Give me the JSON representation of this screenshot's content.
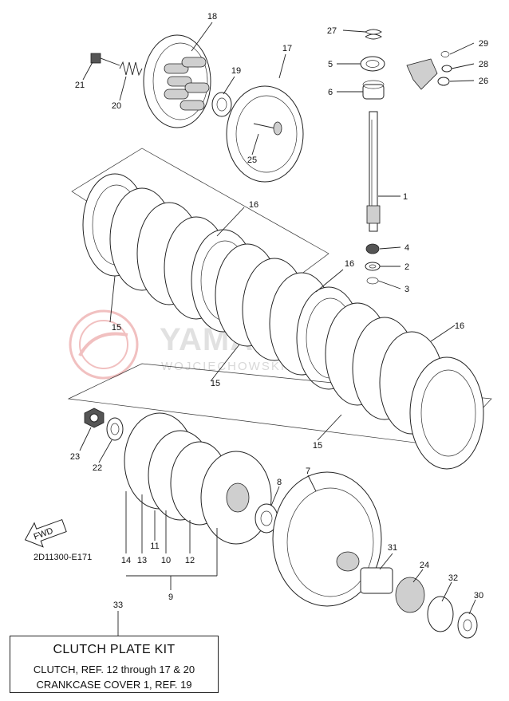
{
  "watermark": {
    "brand": "YAMAHA",
    "subtitle": "WOJCIECHOWSKI"
  },
  "reference_code": "2D11300-E171",
  "fwd_label": "FWD",
  "callouts": {
    "c1": "1",
    "c2": "2",
    "c3": "3",
    "c4": "4",
    "c5": "5",
    "c6": "6",
    "c7": "7",
    "c8": "8",
    "c9": "9",
    "c10": "10",
    "c11": "11",
    "c12": "12",
    "c13": "13",
    "c14": "14",
    "c15a": "15",
    "c15b": "15",
    "c15c": "15",
    "c16a": "16",
    "c16b": "16",
    "c16c": "16",
    "c17": "17",
    "c18": "18",
    "c19": "19",
    "c20": "20",
    "c21": "21",
    "c22": "22",
    "c23": "23",
    "c24": "24",
    "c25": "25",
    "c26": "26",
    "c27": "27",
    "c28": "28",
    "c29": "29",
    "c30": "30",
    "c31": "31",
    "c32": "32",
    "c33": "33"
  },
  "kit": {
    "title": "CLUTCH PLATE KIT",
    "line1": "CLUTCH, REF. 12 through 17 & 20",
    "line2": "CRANKCASE COVER 1, REF. 19"
  }
}
